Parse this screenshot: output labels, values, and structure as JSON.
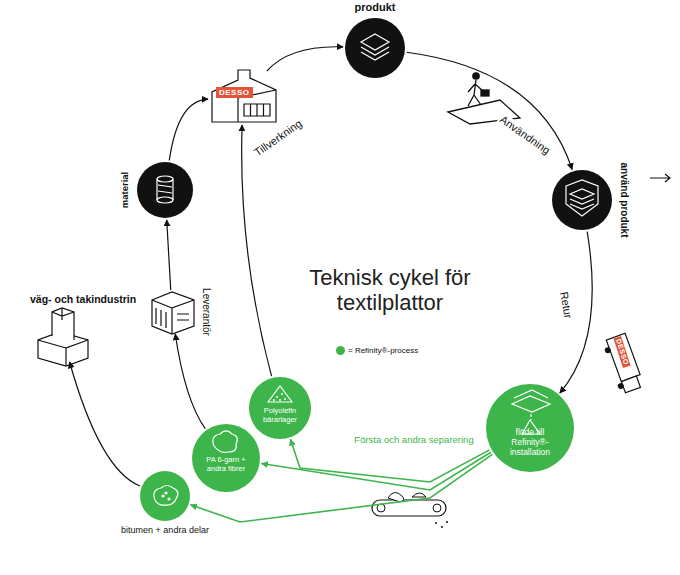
{
  "diagram": {
    "title": "Teknisk cykel för textilplattor",
    "nodes": [
      {
        "text": [
          "produkt"
        ]
      },
      {
        "text": [
          "använd produkt"
        ]
      },
      {
        "text": [
          "flöde till Refinity®-installation"
        ]
      },
      {
        "text": [
          "Polyolefin bärarlager"
        ]
      },
      {
        "text": [
          "PA 6-garn + andra fibrer"
        ]
      },
      {
        "text": [
          "bitumen + andra delar"
        ]
      },
      {
        "text": [
          "väg- och takindustrin"
        ]
      },
      {
        "text": [
          "Leverantör"
        ]
      },
      {
        "text": [
          "material"
        ]
      },
      {
        "text": [
          "DESSO"
        ]
      }
    ],
    "edges": [
      {
        "from": 8,
        "to": 9,
        "arrow": "to"
      },
      {
        "from": 9,
        "to": 0,
        "arrow": "to"
      },
      {
        "from": 0,
        "to": 1,
        "arrow": "to",
        "label": "Användning"
      },
      {
        "from": 1,
        "to": 2,
        "arrow": "to",
        "label": "Retur"
      },
      {
        "from": 2,
        "to": 3,
        "arrow": "to"
      },
      {
        "from": 2,
        "to": 4,
        "arrow": "to"
      },
      {
        "from": 2,
        "to": 5,
        "arrow": "to"
      },
      {
        "from": 3,
        "to": 9,
        "arrow": "to",
        "label": "Tillverkning"
      },
      {
        "from": 4,
        "to": 7,
        "arrow": "to"
      },
      {
        "from": 7,
        "to": 8,
        "arrow": "to"
      },
      {
        "from": 5,
        "to": 6,
        "arrow": "to"
      }
    ],
    "labels": [
      "DESSO",
      "Första och andra separering"
    ],
    "legend": [
      {
        "text": "= Refinity®-process",
        "color": "#3db54a"
      }
    ]
  }
}
